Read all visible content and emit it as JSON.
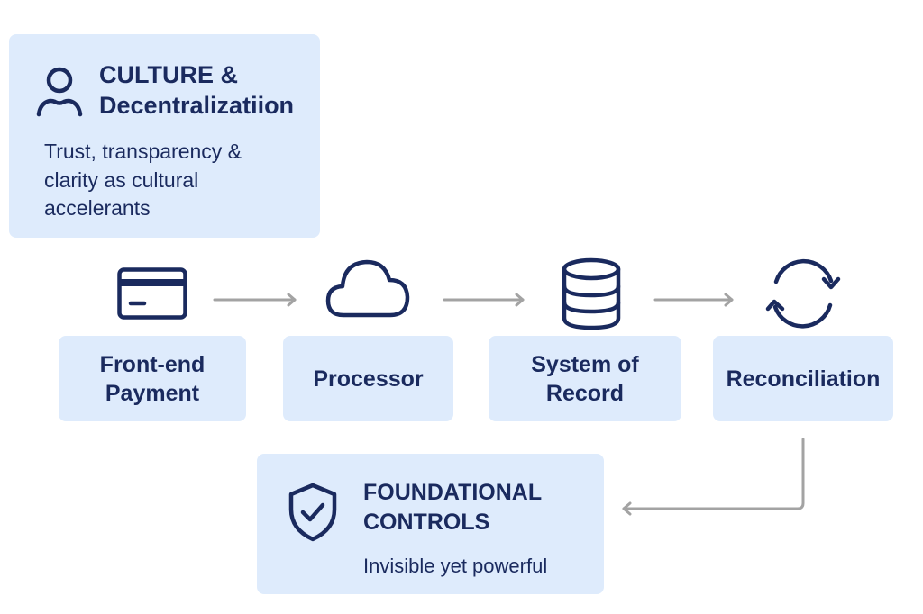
{
  "culture": {
    "icon": "user-icon",
    "title": "CULTURE &\nDecentralizatiion",
    "description": "Trust, transparency &\nclarity as cultural\naccelerants"
  },
  "flow": {
    "stages": [
      {
        "label": "Front-end\nPayment",
        "icon": "credit-card-icon"
      },
      {
        "label": "Processor",
        "icon": "cloud-icon"
      },
      {
        "label": "System of\nRecord",
        "icon": "database-icon"
      },
      {
        "label": "Reconciliation",
        "icon": "refresh-cycle-icon"
      }
    ]
  },
  "foundation": {
    "icon": "shield-check-icon",
    "title": "FOUNDATIONAL\nCONTROLS",
    "description": "Invisible yet powerful"
  },
  "colors": {
    "card_bg": "#deebfc",
    "text": "#1a2a5e",
    "connector": "#a3a3a3"
  }
}
